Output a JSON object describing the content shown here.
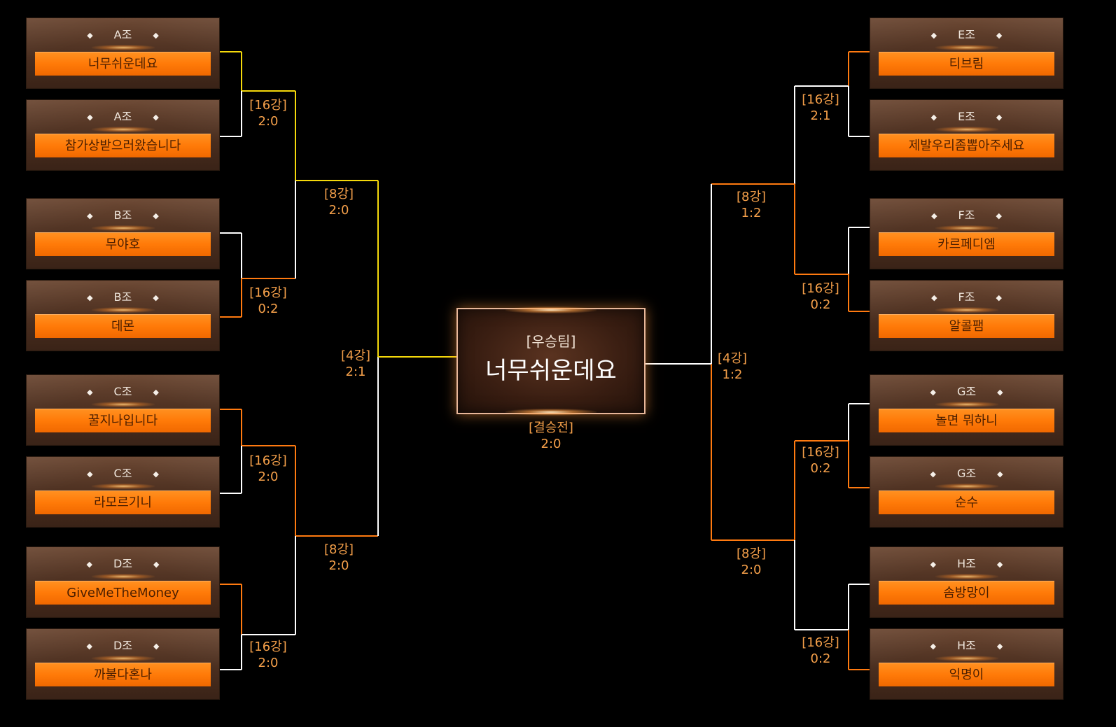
{
  "colors": {
    "winner_path": "#f5d90b",
    "advance_path": "#ff7a10",
    "default_path": "#ffffff",
    "score_text": "#f5a04a",
    "team_bar": "#ff8a14"
  },
  "teams_left": [
    {
      "group": "A조",
      "name": "너무쉬운데요"
    },
    {
      "group": "A조",
      "name": "참가상받으러왔습니다"
    },
    {
      "group": "B조",
      "name": "무야호"
    },
    {
      "group": "B조",
      "name": "데몬"
    },
    {
      "group": "C조",
      "name": "꿀지나입니다"
    },
    {
      "group": "C조",
      "name": "라모르기니"
    },
    {
      "group": "D조",
      "name": "GiveMeTheMoney"
    },
    {
      "group": "D조",
      "name": "까불다혼나"
    }
  ],
  "teams_right": [
    {
      "group": "E조",
      "name": "티브림"
    },
    {
      "group": "E조",
      "name": "제발우리좀뽑아주세요"
    },
    {
      "group": "F조",
      "name": "카르페디엠"
    },
    {
      "group": "F조",
      "name": "알콜팸"
    },
    {
      "group": "G조",
      "name": "놀면 뭐하니"
    },
    {
      "group": "G조",
      "name": "순수"
    },
    {
      "group": "H조",
      "name": "솜방망이"
    },
    {
      "group": "H조",
      "name": "익명이"
    }
  ],
  "left_scores": {
    "r16": [
      {
        "round": "[16강]",
        "score": "2:0"
      },
      {
        "round": "[16강]",
        "score": "0:2"
      },
      {
        "round": "[16강]",
        "score": "2:0"
      },
      {
        "round": "[16강]",
        "score": "2:0"
      }
    ],
    "qf": [
      {
        "round": "[8강]",
        "score": "2:0"
      },
      {
        "round": "[8강]",
        "score": "2:0"
      }
    ],
    "sf": {
      "round": "[4강]",
      "score": "2:1"
    }
  },
  "right_scores": {
    "r16": [
      {
        "round": "[16강]",
        "score": "2:1"
      },
      {
        "round": "[16강]",
        "score": "0:2"
      },
      {
        "round": "[16강]",
        "score": "0:2"
      },
      {
        "round": "[16강]",
        "score": "0:2"
      }
    ],
    "qf": [
      {
        "round": "[8강]",
        "score": "1:2"
      },
      {
        "round": "[8강]",
        "score": "2:0"
      }
    ],
    "sf": {
      "round": "[4강]",
      "score": "1:2"
    }
  },
  "final": {
    "winner_label": "[우승팀]",
    "winner_name": "너무쉬운데요",
    "round": "[결승전]",
    "score": "2:0"
  }
}
